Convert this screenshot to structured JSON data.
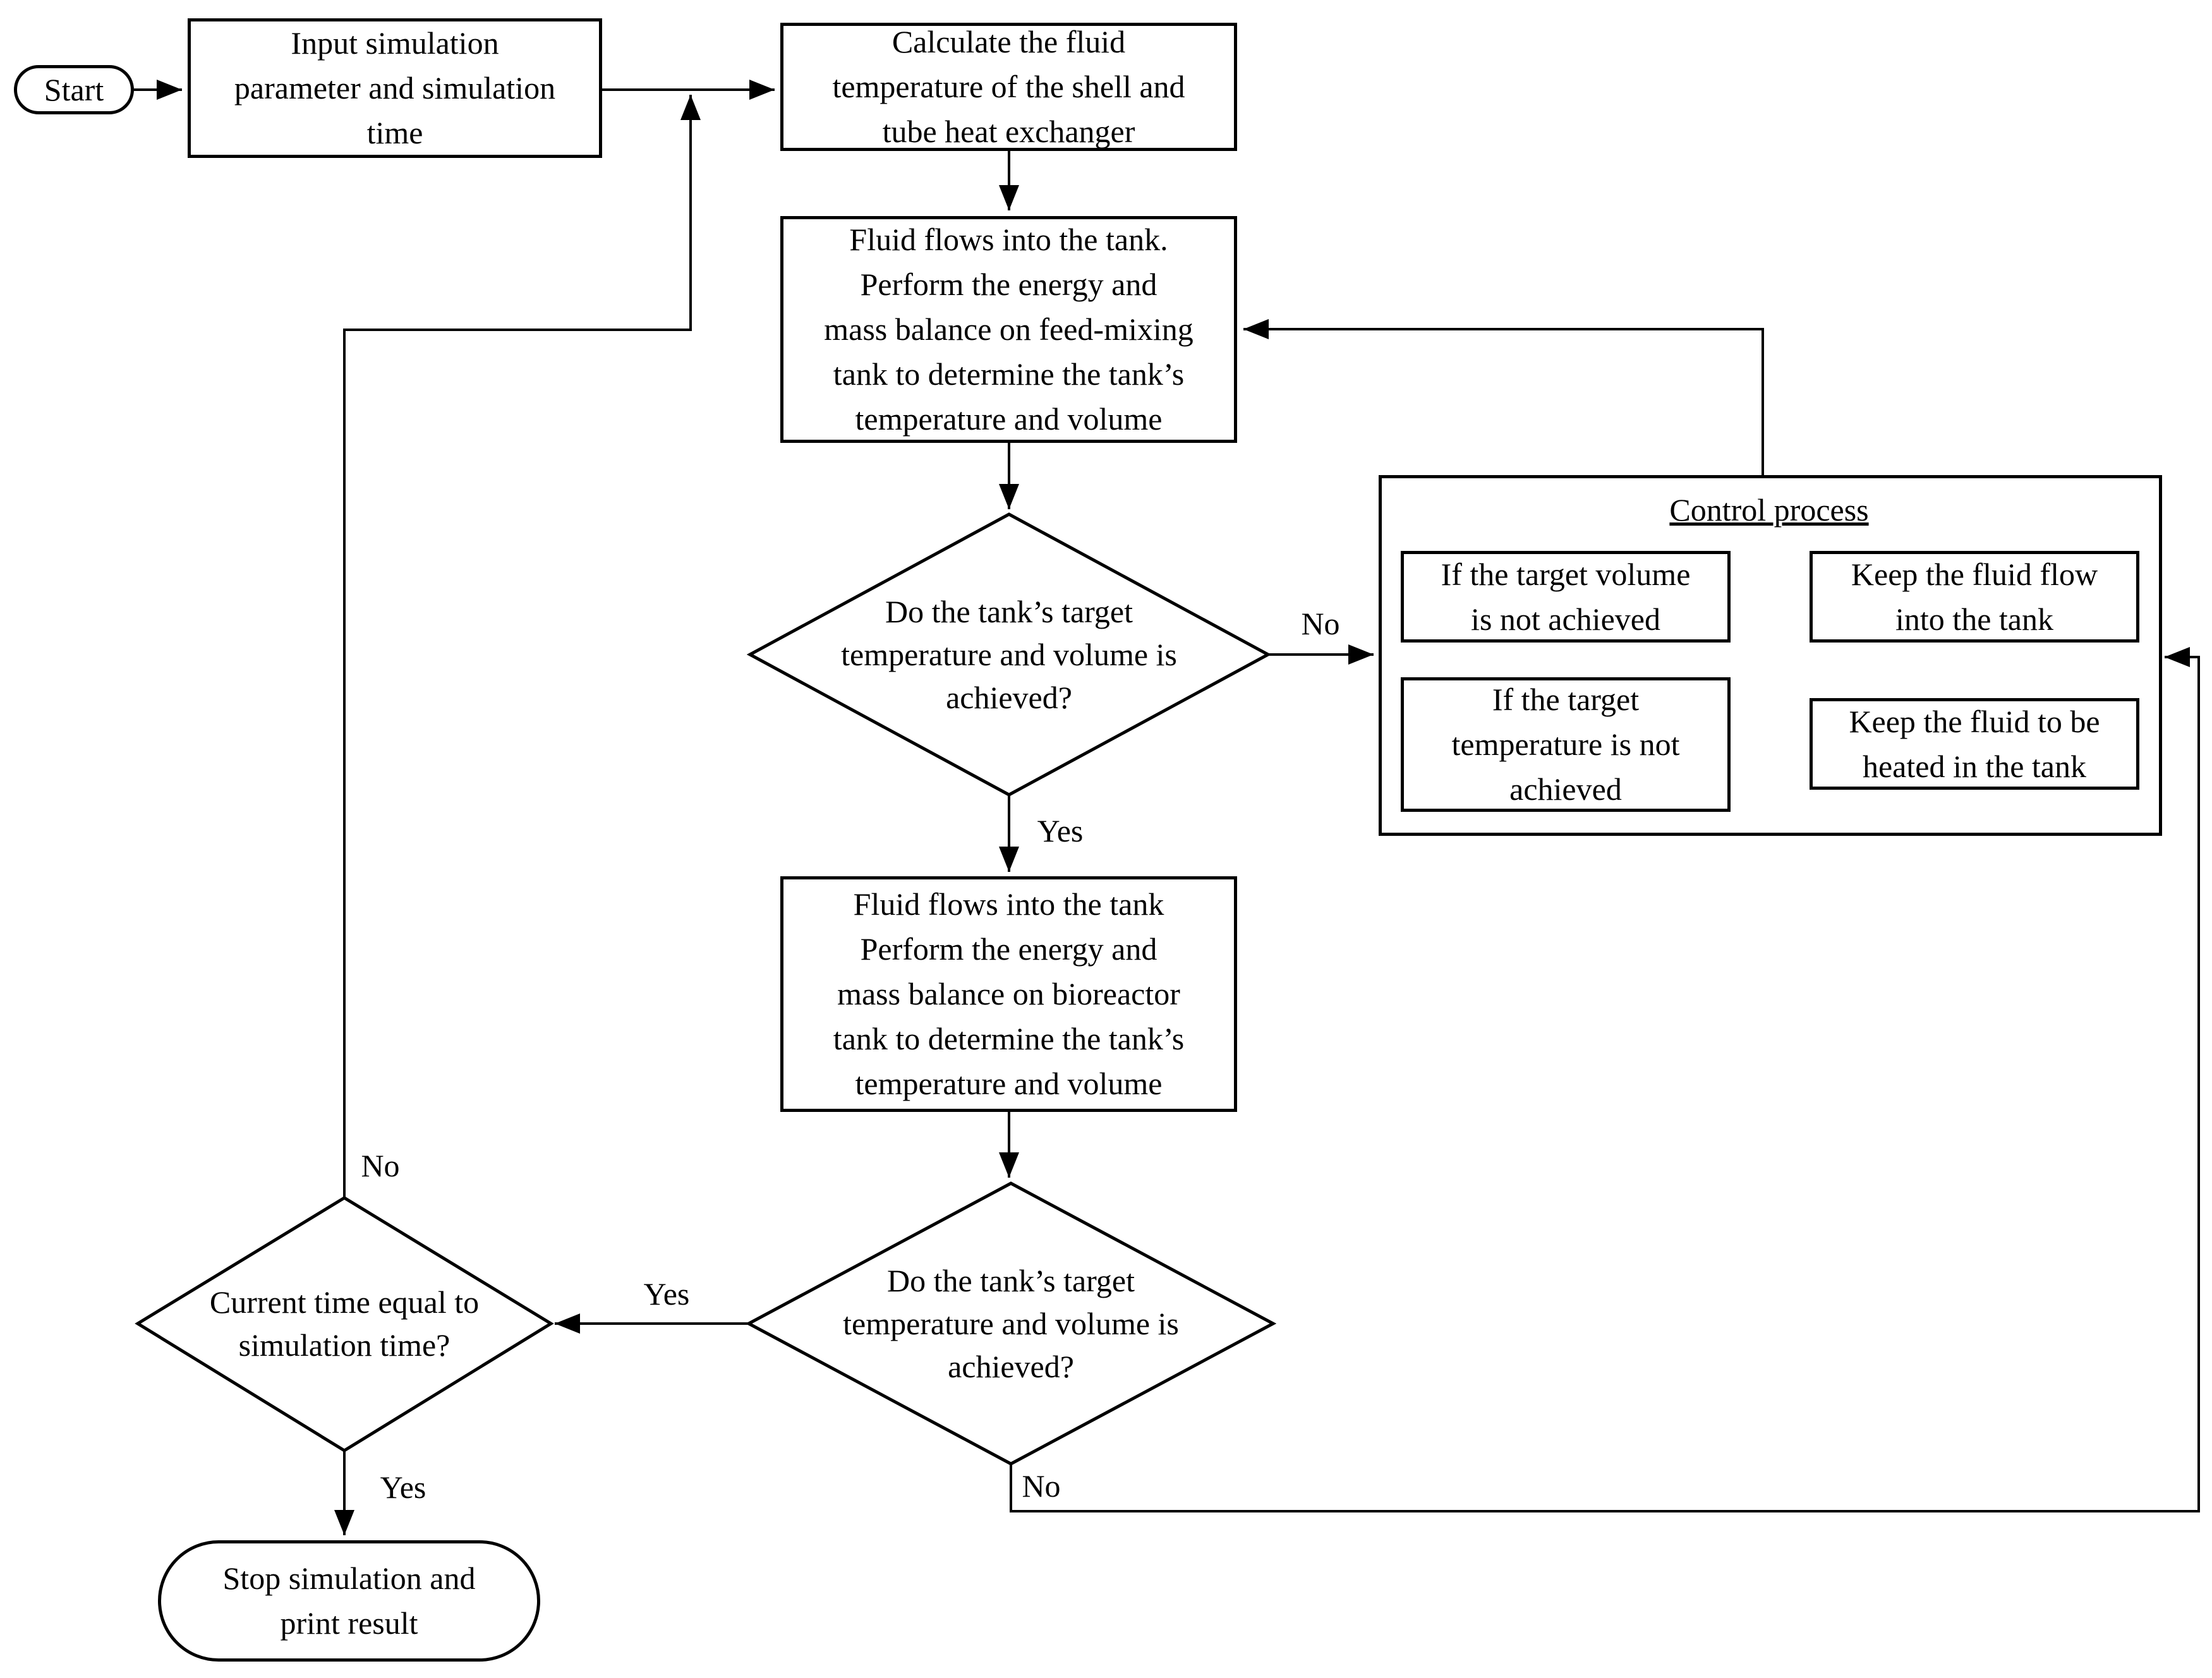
{
  "colors": {
    "stroke": "#000000",
    "background": "#ffffff"
  },
  "nodes": {
    "start": {
      "label": "Start"
    },
    "input": {
      "text": "Input simulation\nparameter and simulation\ntime"
    },
    "heat_exchanger": {
      "text": "Calculate the fluid\ntemperature of the shell and\ntube heat exchanger"
    },
    "feed_mixing": {
      "text": "Fluid flows into the tank.\nPerform the energy and\nmass balance on feed-mixing\ntank to determine the tank’s\ntemperature and volume"
    },
    "decision_feed_tank": {
      "text": "Do the tank’s target\ntemperature and volume is\nachieved?"
    },
    "bioreactor": {
      "text": "Fluid flows into the tank\nPerform the energy and\nmass balance on bioreactor\ntank to determine the tank’s\ntemperature and volume"
    },
    "decision_bioreactor_tank": {
      "text": "Do the tank’s target\ntemperature and volume is\nachieved?"
    },
    "decision_simulation_time": {
      "text": "Current time equal to\nsimulation time?"
    },
    "stop": {
      "text": "Stop simulation and\nprint result"
    }
  },
  "control_process": {
    "title": "Control process",
    "volume_condition": "If the target volume\nis not achieved",
    "volume_action": "Keep the fluid flow\ninto the tank",
    "temperature_condition": "If the target\ntemperature is not\nachieved",
    "temperature_action": "Keep the fluid to be\nheated in the tank"
  },
  "edge_labels": {
    "feed_decision_no": "No",
    "feed_decision_yes": "Yes",
    "bioreactor_decision_yes": "Yes",
    "bioreactor_decision_no": "No",
    "time_decision_no": "No",
    "time_decision_yes": "Yes"
  }
}
